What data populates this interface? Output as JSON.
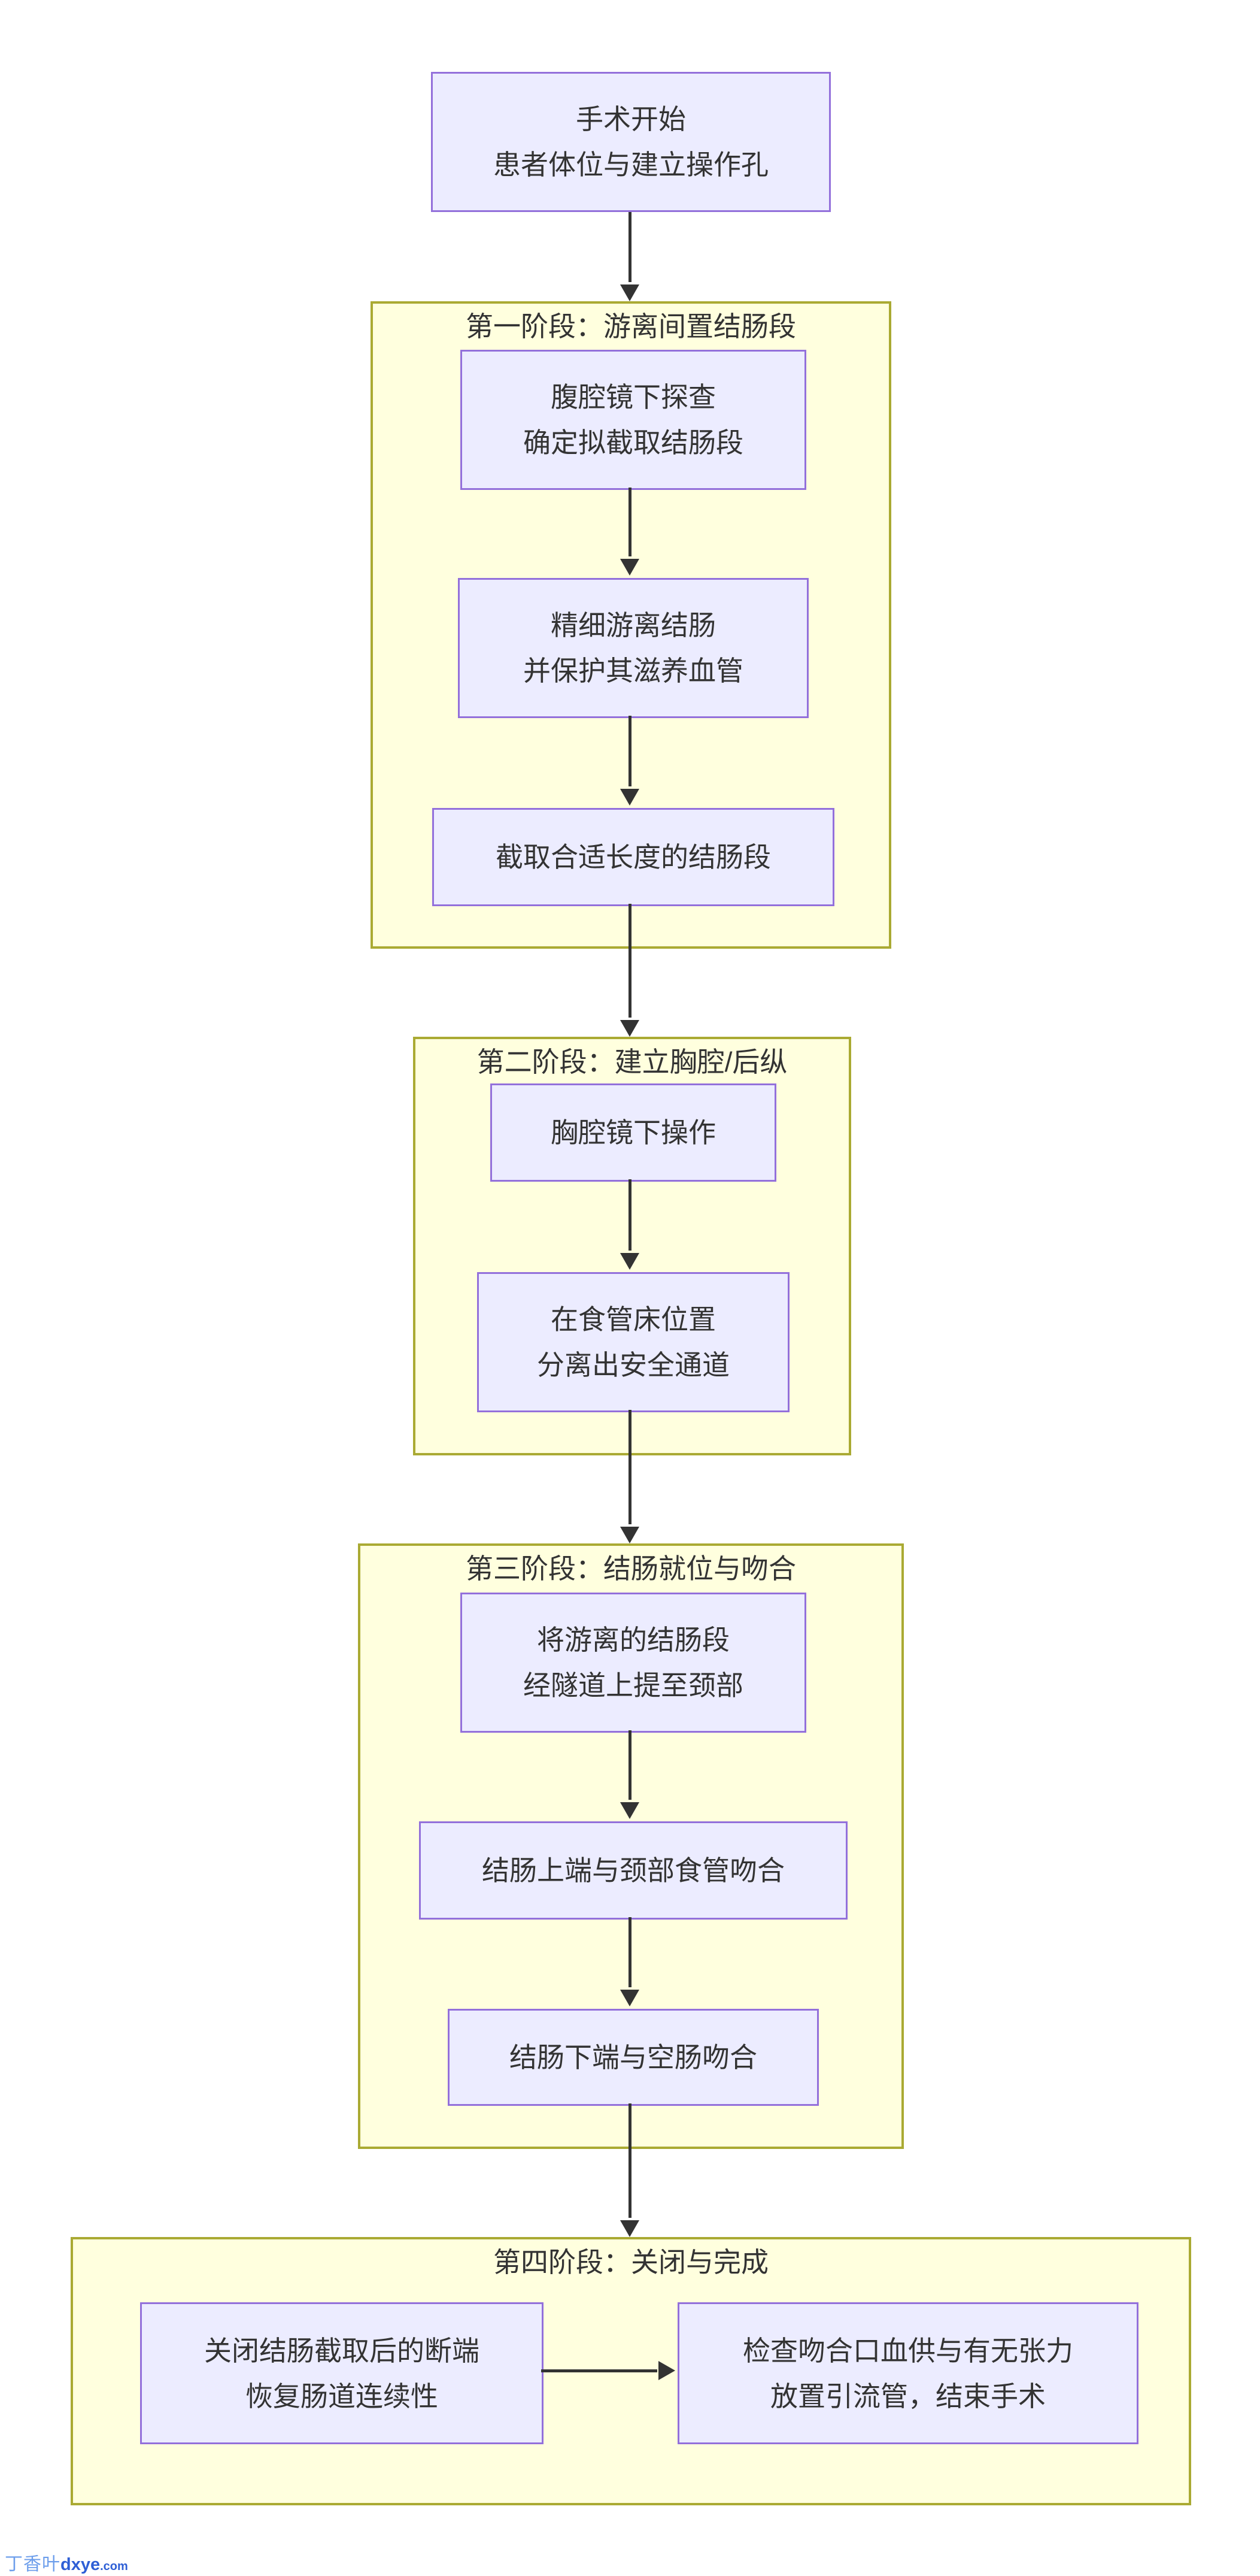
{
  "diagram": {
    "start_node": {
      "lines": [
        "手术开始",
        "患者体位与建立操作孔"
      ]
    },
    "stages": [
      {
        "title": "第一阶段：游离间置结肠段",
        "nodes": [
          {
            "lines": [
              "腹腔镜下探查",
              "确定拟截取结肠段"
            ]
          },
          {
            "lines": [
              "精细游离结肠",
              "并保护其滋养血管"
            ]
          },
          {
            "lines": [
              "截取合适长度的结肠段"
            ]
          }
        ]
      },
      {
        "title": "第二阶段：建立胸腔/后纵",
        "nodes": [
          {
            "lines": [
              "胸腔镜下操作"
            ]
          },
          {
            "lines": [
              "在食管床位置",
              "分离出安全通道"
            ]
          }
        ]
      },
      {
        "title": "第三阶段：结肠就位与吻合",
        "nodes": [
          {
            "lines": [
              "将游离的结肠段",
              "经隧道上提至颈部"
            ]
          },
          {
            "lines": [
              "结肠上端与颈部食管吻合"
            ]
          },
          {
            "lines": [
              "结肠下端与空肠吻合"
            ]
          }
        ]
      },
      {
        "title": "第四阶段：关闭与完成",
        "nodes": [
          {
            "lines": [
              "关闭结肠截取后的断端",
              "恢复肠道连续性"
            ]
          },
          {
            "lines": [
              "检查吻合口血供与有无张力",
              "放置引流管，结束手术"
            ]
          }
        ]
      }
    ]
  },
  "watermark": {
    "brand": "丁香叶",
    "site": "dxye",
    "tld": ".com"
  },
  "colors": {
    "node_fill": "#ececff",
    "node_border": "#9370db",
    "stage_fill": "#ffffde",
    "stage_border": "#aaaa33",
    "edge": "#333333",
    "text": "#333333",
    "watermark_brand": "#6d9eeb",
    "watermark_site": "#2e5fd6"
  }
}
